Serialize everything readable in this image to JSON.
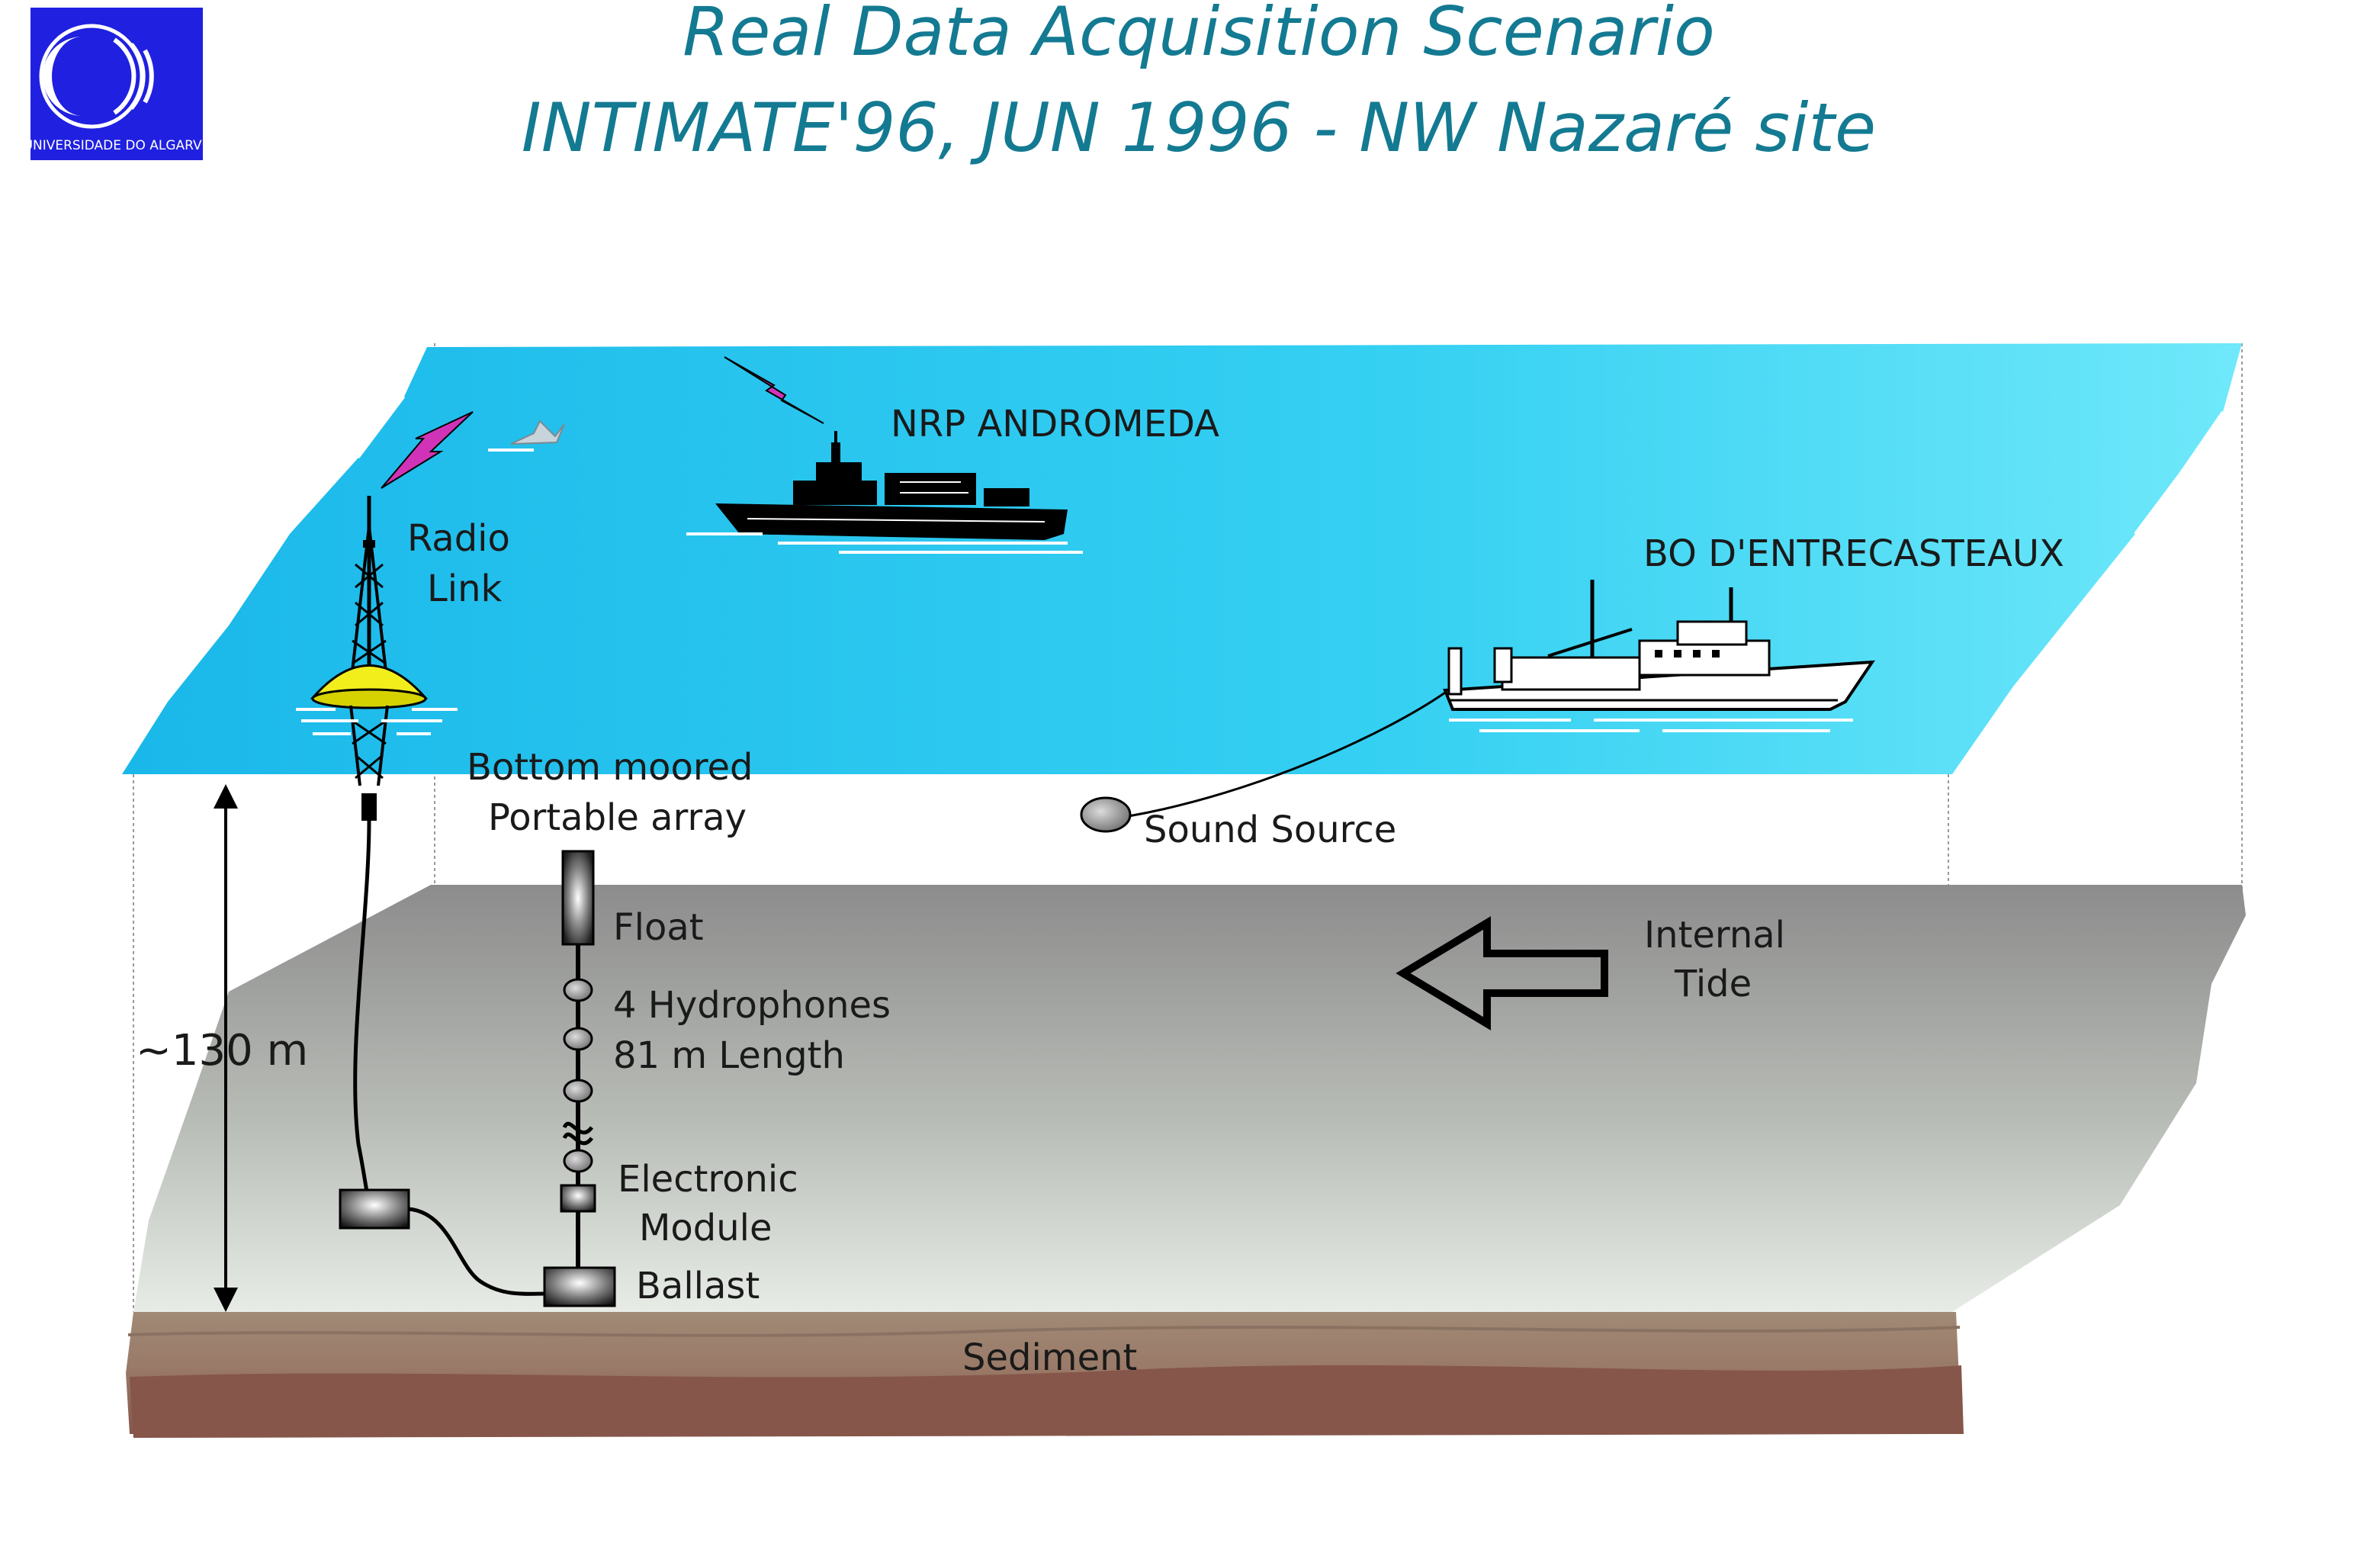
{
  "title": {
    "line1": "Real Data Acquisition Scenario",
    "line2": "INTIMATE'96, JUN 1996 - NW Nazaré site"
  },
  "logo": {
    "text": "UNIVERSIDADE DO ALGARVE",
    "bg_color": "#2020e0"
  },
  "colors": {
    "water_surface": "#22c4ec",
    "water_column_top": "#8c8c8c",
    "water_column_bottom": "#e8ece6",
    "buoy": "#f2ee1c",
    "lightning": "#d033b8",
    "sediment_top": "#a08a76",
    "sediment_bottom": "#86564a",
    "title": "#137a92"
  },
  "labels": {
    "radio": "Radio",
    "link": "Link",
    "ship1": "NRP ANDROMEDA",
    "ship2": "BO D'ENTRECASTEAUX",
    "array1": "Bottom moored",
    "array2": "Portable array",
    "sound_source": "Sound Source",
    "float": "Float",
    "hydrophones": "4 Hydrophones",
    "length": "81 m Length",
    "electronic": "Electronic",
    "module": "Module",
    "ballast": "Ballast",
    "internal": "Internal",
    "tide": "Tide",
    "depth": "~130 m",
    "sediment": "Sediment"
  },
  "icons": {
    "logo": "university-crescent-logo",
    "buoy": "moored-buoy-icon",
    "ship1": "warship-icon",
    "ship2": "research-vessel-icon",
    "bird": "seagull-icon",
    "lightning": "radio-lightning-icon",
    "sound_source": "sound-source-icon",
    "arrow": "left-arrow-icon"
  }
}
